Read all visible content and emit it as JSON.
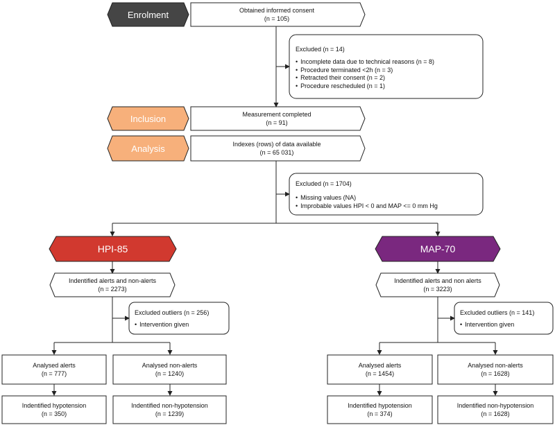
{
  "colors": {
    "enrolment": "#454545",
    "inclusion": "#f7b07b",
    "analysis": "#f7b07b",
    "hpi": "#d1392f",
    "map": "#7a287f",
    "border": "#222222"
  },
  "stages": {
    "enrolment": "Enrolment",
    "inclusion": "Inclusion",
    "analysis": "Analysis"
  },
  "consent": {
    "line1": "Obtained informed consent",
    "line2": "(n = 105)"
  },
  "exclusion1": {
    "title": "Excluded (n = 14)",
    "items": [
      "Incomplete data due to technical reasons (n = 8)",
      "Procedure terminated <2h (n = 3)",
      "Retracted their consent (n = 2)",
      "Procedure rescheduled (n = 1)"
    ]
  },
  "measurement": {
    "line1": "Measurement completed",
    "line2": "(n = 91)"
  },
  "indexes": {
    "line1": "Indexes (rows) of data available",
    "line2": "(n = 65 031)"
  },
  "exclusion2": {
    "title": "Excluded (n = 1704)",
    "items": [
      "Missing values (NA)",
      "Improbable values HPI < 0 and MAP <= 0 mm Hg"
    ]
  },
  "hpi": {
    "label": "HPI-85",
    "identified": {
      "line1": "Indentified alerts and non-alerts",
      "line2": "(n = 2273)"
    },
    "outliers": {
      "title": "Excluded outliers (n = 256)",
      "items": [
        "Intervention given"
      ]
    },
    "alerts": {
      "line1": "Analysed alerts",
      "line2": "(n = 777)"
    },
    "nonalerts": {
      "line1": "Analysed non-alerts",
      "line2": "(n = 1240)"
    },
    "hypo": {
      "line1": "Indentified hypotension",
      "line2": "(n = 350)"
    },
    "nonhypo": {
      "line1": "Indentified non-hypotension",
      "line2": "(n = 1239)"
    }
  },
  "map": {
    "label": "MAP-70",
    "identified": {
      "line1": "Indentified alerts and non alerts",
      "line2": "(n = 3223)"
    },
    "outliers": {
      "title": "Excluded outliers (n = 141)",
      "items": [
        "Intervention given"
      ]
    },
    "alerts": {
      "line1": "Analysed alerts",
      "line2": "(n = 1454)"
    },
    "nonalerts": {
      "line1": "Analysed non-alerts",
      "line2": "(n = 1628)"
    },
    "hypo": {
      "line1": "Indentified hypotension",
      "line2": "(n = 374)"
    },
    "nonhypo": {
      "line1": "Indentified non-hypotension",
      "line2": "(n = 1628)"
    }
  }
}
